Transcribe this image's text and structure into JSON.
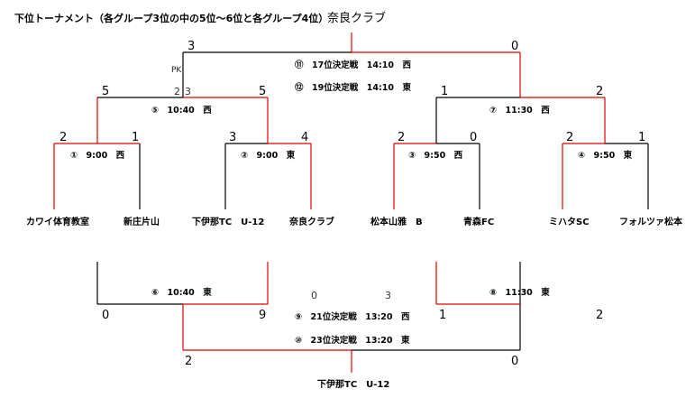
{
  "title": "下位トーナメント（各グループ3位の中の5位～6位と各グループ4位）",
  "champion": "奈良クラブ",
  "bottom_winner": "下伊那TC　U-12",
  "pk_label": "PK",
  "teams": [
    "カワイ体育教室",
    "新庄片山",
    "下伊那TC　U-12",
    "奈良クラブ",
    "松本山雅　B",
    "青森FC",
    "ミハタSC",
    "フォルツァ松本"
  ],
  "matches": {
    "m1": {
      "info": "①　9:00　西",
      "left_score": "2",
      "right_score": "1"
    },
    "m2": {
      "info": "②　9:00　東",
      "left_score": "3",
      "right_score": "4"
    },
    "m3": {
      "info": "③　9:50　西",
      "left_score": "2",
      "right_score": "0"
    },
    "m4": {
      "info": "④　9:50　東",
      "left_score": "2",
      "right_score": "1"
    },
    "m5": {
      "info": "⑤　10:40　西",
      "left_score": "5",
      "right_score": "5",
      "left_pk": "2",
      "right_pk": "3"
    },
    "m7": {
      "info": "⑦　11:30　西",
      "left_score": "1",
      "right_score": "2"
    },
    "m6": {
      "info": "⑥　10:40　東",
      "left_score": "0",
      "right_score": "9"
    },
    "m8": {
      "info": "⑧　11:30　東",
      "left_score": "1",
      "right_score": "2"
    },
    "top_final": {
      "left_score": "3",
      "right_score": "0",
      "info_17": "⑪　17位決定戦　14:10　西",
      "info_19": "⑫　19位決定戦　14:10　東"
    },
    "bottom_final": {
      "left_score": "2",
      "right_score": "0",
      "info_21": "⑨　21位決定戦　13:20　西",
      "info_23": "⑩　23位決定戦　13:20　東",
      "mid_left": "0",
      "mid_right": "3"
    }
  },
  "colors": {
    "winner_line": "#e00000",
    "loser_line": "#000000"
  }
}
